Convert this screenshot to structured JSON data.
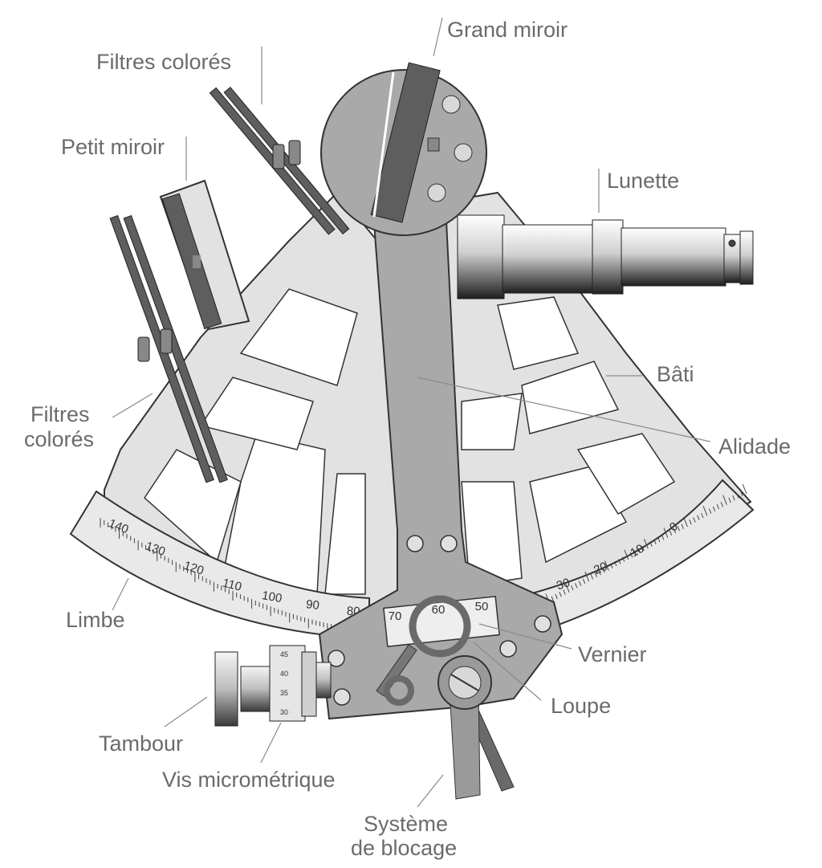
{
  "labels": {
    "grand_miroir": "Grand miroir",
    "filtres_colores_top": "Filtres colorés",
    "petit_miroir": "Petit miroir",
    "lunette": "Lunette",
    "bati": "Bâti",
    "alidade": "Alidade",
    "filtres_colores_left_1": "Filtres",
    "filtres_colores_left_2": "colorés",
    "limbe": "Limbe",
    "vernier": "Vernier",
    "loupe": "Loupe",
    "tambour": "Tambour",
    "vis_micrometrique": "Vis micrométrique",
    "systeme_de_blocage_1": "Système",
    "systeme_de_blocage_2": "de blocage"
  },
  "limb_scale": [
    "140",
    "130",
    "120",
    "110",
    "100",
    "90",
    "80",
    "30",
    "20",
    "10",
    "0"
  ],
  "vernier_scale": [
    "70",
    "60",
    "50"
  ],
  "drum_scale": [
    "45",
    "40",
    "35",
    "30"
  ],
  "colors": {
    "frame": "#e2e2e2",
    "alidade": "#a9a9a9",
    "mirror": "#5e5e5e",
    "shadow": "#2a2a2a",
    "label": "#6b6b6b"
  }
}
